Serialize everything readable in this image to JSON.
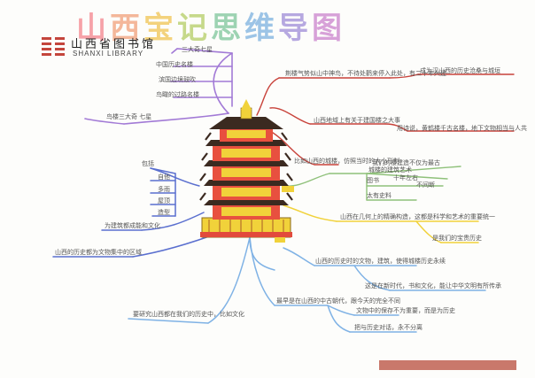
{
  "header": {
    "title_chars": [
      "山",
      "西",
      "宝",
      "记",
      "思",
      "维",
      "导",
      "图"
    ]
  },
  "logo": {
    "name_cn": "山西省图书馆",
    "name_en": "SHANXI LIBRARY"
  },
  "colors": {
    "purple": "#a27ad6",
    "red": "#c8423a",
    "blue": "#5a6fcf",
    "green": "#8fc17a",
    "yellow": "#f1d23a",
    "sky": "#7fb2e5",
    "footer": "#c9786b"
  },
  "branches": {
    "purple_main": "鸟楼三大奇 七星",
    "purple_items": [
      "三大奇七星",
      "中国历史名楼",
      "滨国边境鼓吹",
      "鸟瞰的过路名楼"
    ],
    "red_items": [
      "荆楼气势似山中神鸟，不待处鹳来停入此处，有二十年兴建",
      "成为汉山西的历史沧桑与城垣",
      "山西地域上有关于建国楼之大事",
      "用诗说，黄鹤楼千古名楼，地下文物相当与人共",
      "比如山西的城楼，仿照当时的大小形制"
    ],
    "blue_top": "包括",
    "blue_items": [
      "自他",
      "多雨",
      "屋顶",
      "造型"
    ],
    "blue_mid": "为建筑都成能和文化",
    "blue_low": "山西的历史都为文物集中的区域",
    "green_items": [
      "我们的楼建造不仅为最古",
      "城楼的建筑艺术",
      "十年左右",
      "图书",
      "不间断",
      "太有史料"
    ],
    "yellow_items": [
      "山西在几何上的精确构造，这都是科学和艺术的重要统一",
      "是我们的宝贵历史"
    ],
    "sky_items": [
      "山西的历史时的文物，建筑，使得城楼历史永续",
      "这是在新时代，书和文化，能让中华文明有所传承",
      "最早是在山西的中古朝代，跟今天的完全不同",
      "文物中的保存不为重要，而是为历史",
      "要研究山西都在我们的历史中，比如文化",
      "把与历史对话，永不分离"
    ]
  }
}
